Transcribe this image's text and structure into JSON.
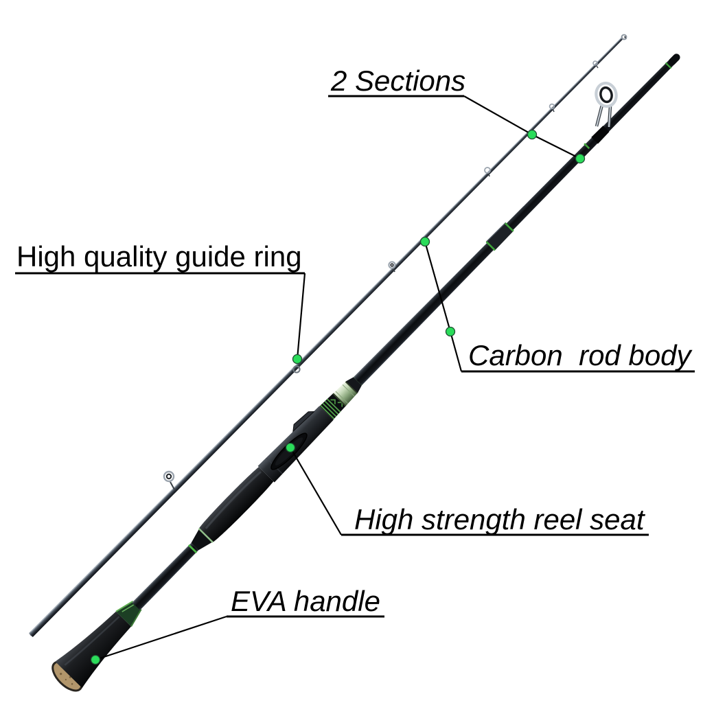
{
  "figure": {
    "background_color": "#ffffff",
    "text_color": "#000000",
    "accent_green": "#2bdc5a",
    "subject": "two-piece spinning fishing rod with annotated parts"
  },
  "labels": {
    "sections": {
      "text": "2 Sections"
    },
    "guide_ring": {
      "text": "High quality guide ring"
    },
    "rod_body": {
      "text": "Carbon  rod body"
    },
    "reel_seat": {
      "text": "High strength reel seat"
    },
    "eva_handle": {
      "text": "EVA handle"
    }
  }
}
